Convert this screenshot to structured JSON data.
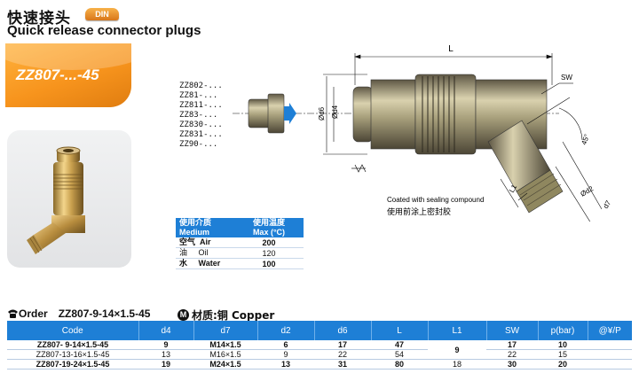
{
  "header": {
    "title_cn": "快速接头",
    "badge": "DIN",
    "title_en": "Quick release connector plugs"
  },
  "model_tab": {
    "label": "ZZ807-...-45"
  },
  "drawing": {
    "plug_series": [
      "ZZ802-...",
      "ZZ81-...",
      "ZZ811-...",
      "ZZ83-...",
      "ZZ830-...",
      "ZZ831-...",
      "ZZ90-..."
    ],
    "dim_L": "L",
    "dim_SW": "SW",
    "dim_d6": "Ød6",
    "dim_d4": "Ød4",
    "dim_d2": "Ød2",
    "dim_L1": "L1",
    "dim_d7": "d7",
    "angle": "45°",
    "note_en": "Coated with sealing compound",
    "note_cn": "使用前涂上密封胶"
  },
  "media_table": {
    "head_medium_cn": "使用介质",
    "head_medium_en": "Medium",
    "head_temp_cn": "使用温度",
    "head_temp_en": "Max (°C)",
    "rows": [
      {
        "cn": "空气",
        "en": "Air",
        "temp": "200",
        "bold": true
      },
      {
        "cn": "油",
        "en": "Oil",
        "temp": "120",
        "bold": false
      },
      {
        "cn": "水",
        "en": "Water",
        "temp": "100",
        "bold": true
      }
    ]
  },
  "order": {
    "label": "Order",
    "code": "ZZ807-9-14×1.5-45",
    "material_badge": "M",
    "material_label": "材质:铜",
    "material_en": "Copper"
  },
  "spec_table": {
    "headers": [
      "Code",
      "d4",
      "d7",
      "d2",
      "d6",
      "L",
      "L1",
      "SW",
      "p(bar)",
      "@¥/P"
    ],
    "rows": [
      {
        "code": "ZZ807- 9-14×1.5-45",
        "d4": "9",
        "d7": "M14×1.5",
        "d2": "6",
        "d6": "17",
        "L": "47",
        "SW": "17",
        "p": "10",
        "price": "",
        "bold": true
      },
      {
        "code": "ZZ807-13-16×1.5-45",
        "d4": "13",
        "d7": "M16×1.5",
        "d2": "9",
        "d6": "22",
        "L": "54",
        "SW": "22",
        "p": "15",
        "price": "",
        "bold": false
      },
      {
        "code": "ZZ807-19-24×1.5-45",
        "d4": "19",
        "d7": "M24×1.5",
        "d2": "13",
        "d6": "31",
        "L": "80",
        "SW": "30",
        "p": "20",
        "price": "",
        "bold": true
      }
    ],
    "L1_merged": "9",
    "L1_last": "18"
  }
}
